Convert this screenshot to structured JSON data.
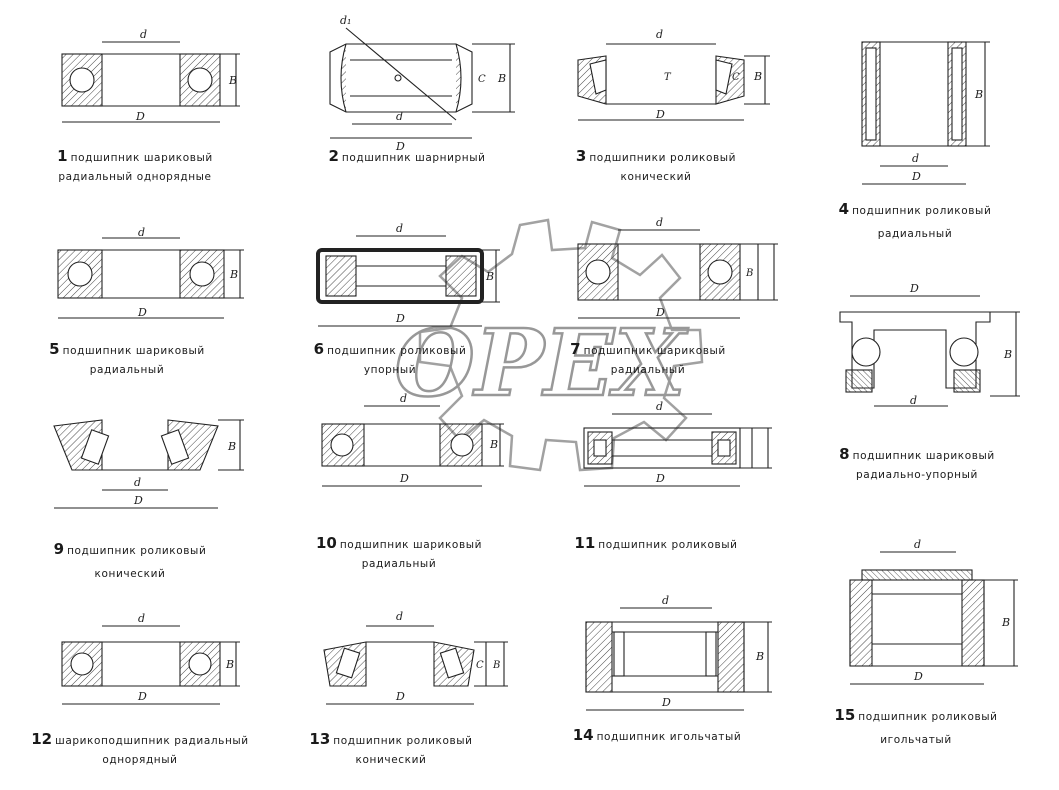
{
  "watermark": {
    "text": "OPEX"
  },
  "bearings": [
    {
      "num": "1",
      "line1": "подшипник шариковый",
      "line2": "радиальный однорядные"
    },
    {
      "num": "2",
      "line1": "подшипник шарнирный",
      "line2": ""
    },
    {
      "num": "3",
      "line1": "подшипники роликовый",
      "line2": "конический"
    },
    {
      "num": "4",
      "line1": "подшипник роликовый",
      "line2": "радиальный"
    },
    {
      "num": "5",
      "line1": "подшипник шариковый",
      "line2": "радиальный"
    },
    {
      "num": "6",
      "line1": "подшипник роликовый",
      "line2": "упорный"
    },
    {
      "num": "7",
      "line1": "подшипник шариковый",
      "line2": "радиальный"
    },
    {
      "num": "8",
      "line1": "подшипник шариковый",
      "line2": "радиально-упорный"
    },
    {
      "num": "9",
      "line1": "подшипник роликовый",
      "line2": "конический"
    },
    {
      "num": "10",
      "line1": "подшипник шариковый",
      "line2": "радиальный"
    },
    {
      "num": "11",
      "line1": "подшипник роликовый",
      "line2": ""
    },
    {
      "num": "12",
      "line1": "шарикоподшипник радиальный",
      "line2": "однорядный"
    },
    {
      "num": "13",
      "line1": "подшипник роликовый",
      "line2": "конический"
    },
    {
      "num": "14",
      "line1": "подшипник игольчатый",
      "line2": ""
    },
    {
      "num": "15",
      "line1": "подшипник роликовый",
      "line2": "игольчатый"
    }
  ],
  "dim_labels": {
    "d": "d",
    "D": "D",
    "B": "B",
    "C": "C",
    "T": "T",
    "d1": "d₁"
  }
}
